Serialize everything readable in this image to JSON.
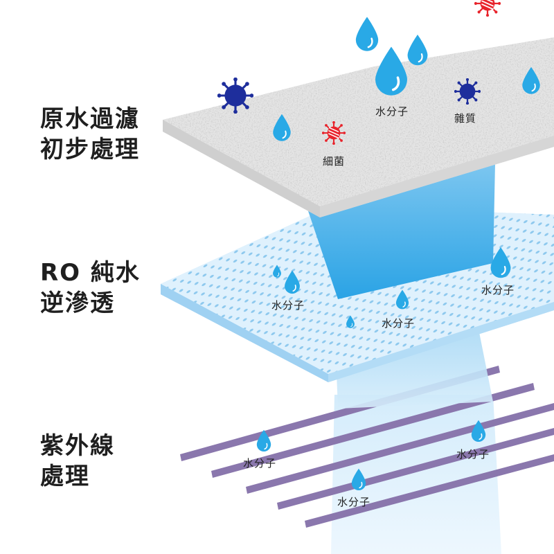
{
  "stages": [
    {
      "line1": "原水過濾",
      "line2": "初步處理"
    },
    {
      "line1": "RO 純水",
      "line2": "逆滲透"
    },
    {
      "line1": "紫外線",
      "line2": "處理"
    }
  ],
  "labels": {
    "water_molecule": "水分子",
    "bacteria": "細菌",
    "impurity": "雜質"
  },
  "colors": {
    "water_drop": "#29a9e6",
    "bacteria": "#e8242c",
    "impurity": "#1e2e9c",
    "uv_stripe": "#8a77ad",
    "ro_membrane": "#cfe9fb",
    "filter": "#e4e4e4"
  }
}
